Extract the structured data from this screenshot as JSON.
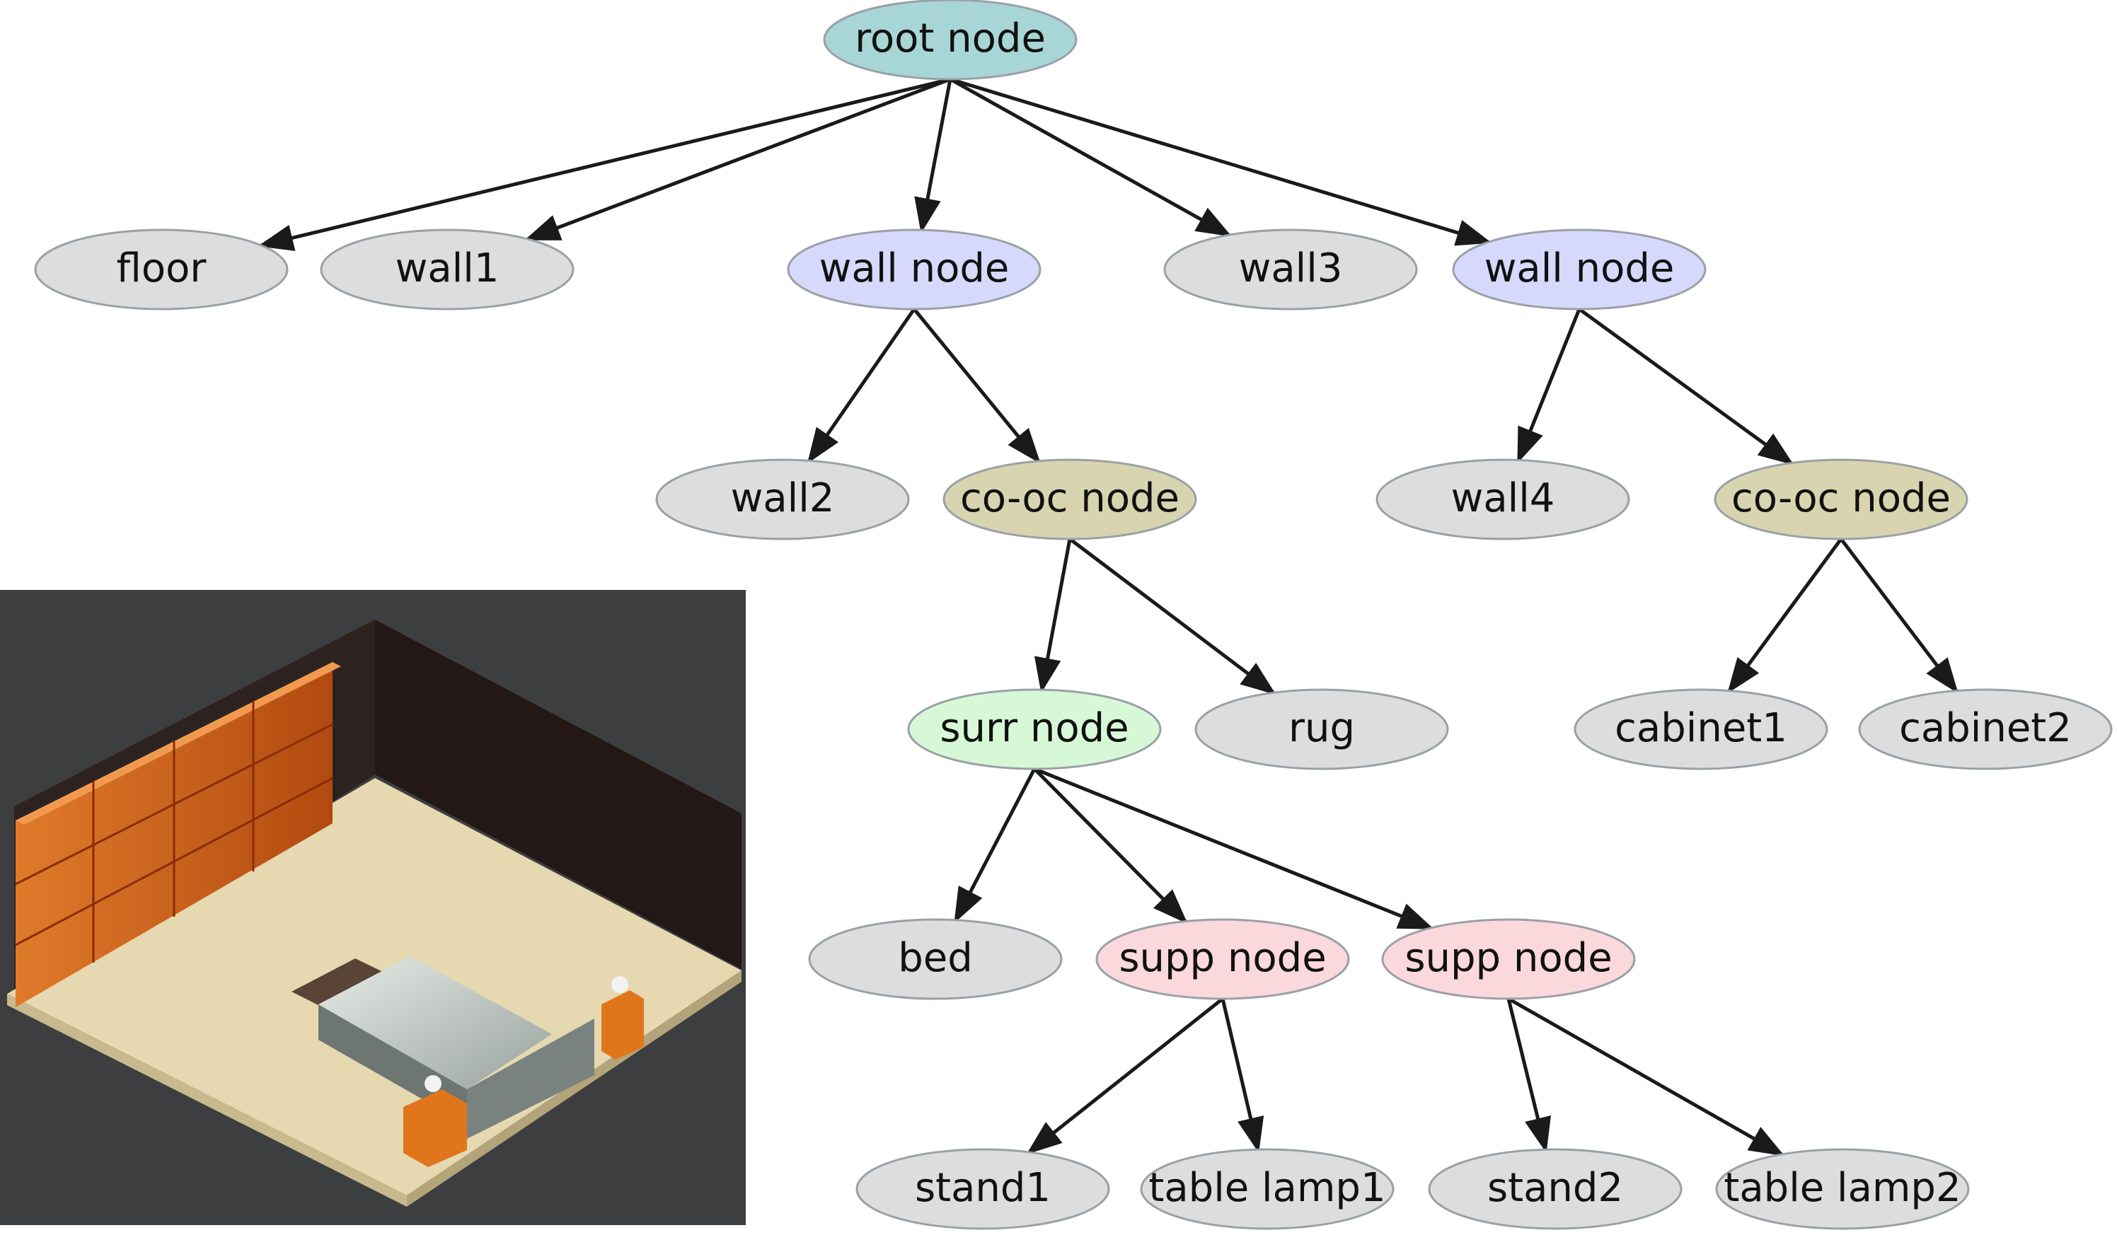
{
  "diagram": {
    "nodes": [
      {
        "id": "root",
        "label": "root node",
        "kind": "root"
      },
      {
        "id": "floor",
        "label": "floor",
        "kind": "object"
      },
      {
        "id": "wall1",
        "label": "wall1",
        "kind": "object"
      },
      {
        "id": "wallnode1",
        "label": "wall node",
        "kind": "wall"
      },
      {
        "id": "wall3",
        "label": "wall3",
        "kind": "object"
      },
      {
        "id": "wallnode2",
        "label": "wall node",
        "kind": "wall"
      },
      {
        "id": "wall2",
        "label": "wall2",
        "kind": "object"
      },
      {
        "id": "cooc1",
        "label": "co-oc node",
        "kind": "cooc"
      },
      {
        "id": "wall4",
        "label": "wall4",
        "kind": "object"
      },
      {
        "id": "cooc2",
        "label": "co-oc node",
        "kind": "cooc"
      },
      {
        "id": "surr",
        "label": "surr node",
        "kind": "surr"
      },
      {
        "id": "rug",
        "label": "rug",
        "kind": "object"
      },
      {
        "id": "cabinet1",
        "label": "cabinet1",
        "kind": "object"
      },
      {
        "id": "cabinet2",
        "label": "cabinet2",
        "kind": "object"
      },
      {
        "id": "bed",
        "label": "bed",
        "kind": "object"
      },
      {
        "id": "supp1",
        "label": "supp node",
        "kind": "supp"
      },
      {
        "id": "supp2",
        "label": "supp node",
        "kind": "supp"
      },
      {
        "id": "stand1",
        "label": "stand1",
        "kind": "object"
      },
      {
        "id": "lamp1",
        "label": "table lamp1",
        "kind": "object"
      },
      {
        "id": "stand2",
        "label": "stand2",
        "kind": "object"
      },
      {
        "id": "lamp2",
        "label": "table lamp2",
        "kind": "object"
      }
    ],
    "edges": [
      [
        "root",
        "floor"
      ],
      [
        "root",
        "wall1"
      ],
      [
        "root",
        "wallnode1"
      ],
      [
        "root",
        "wall3"
      ],
      [
        "root",
        "wallnode2"
      ],
      [
        "wallnode1",
        "wall2"
      ],
      [
        "wallnode1",
        "cooc1"
      ],
      [
        "wallnode2",
        "wall4"
      ],
      [
        "wallnode2",
        "cooc2"
      ],
      [
        "cooc1",
        "surr"
      ],
      [
        "cooc1",
        "rug"
      ],
      [
        "cooc2",
        "cabinet1"
      ],
      [
        "cooc2",
        "cabinet2"
      ],
      [
        "surr",
        "bed"
      ],
      [
        "surr",
        "supp1"
      ],
      [
        "surr",
        "supp2"
      ],
      [
        "supp1",
        "stand1"
      ],
      [
        "supp1",
        "lamp1"
      ],
      [
        "supp2",
        "stand2"
      ],
      [
        "supp2",
        "lamp2"
      ]
    ],
    "kind_colors": {
      "root": "#a8d5d6",
      "object": "#dddddd",
      "wall": "#d6d9fb",
      "cooc": "#d8d4b0",
      "surr": "#d6f8d6",
      "supp": "#fbd8dc"
    },
    "node_stroke_color": "#9aa0a6",
    "edge_color": "#1a1a1a"
  },
  "scene_render": {
    "background_color": "#3d3e40",
    "floor_color": "#e6d8b0",
    "wall_color": "#2a1e1c",
    "cabinet_color": "#d25a14",
    "bed_color": "#b4bcb8",
    "stand_color": "#e0761c"
  }
}
